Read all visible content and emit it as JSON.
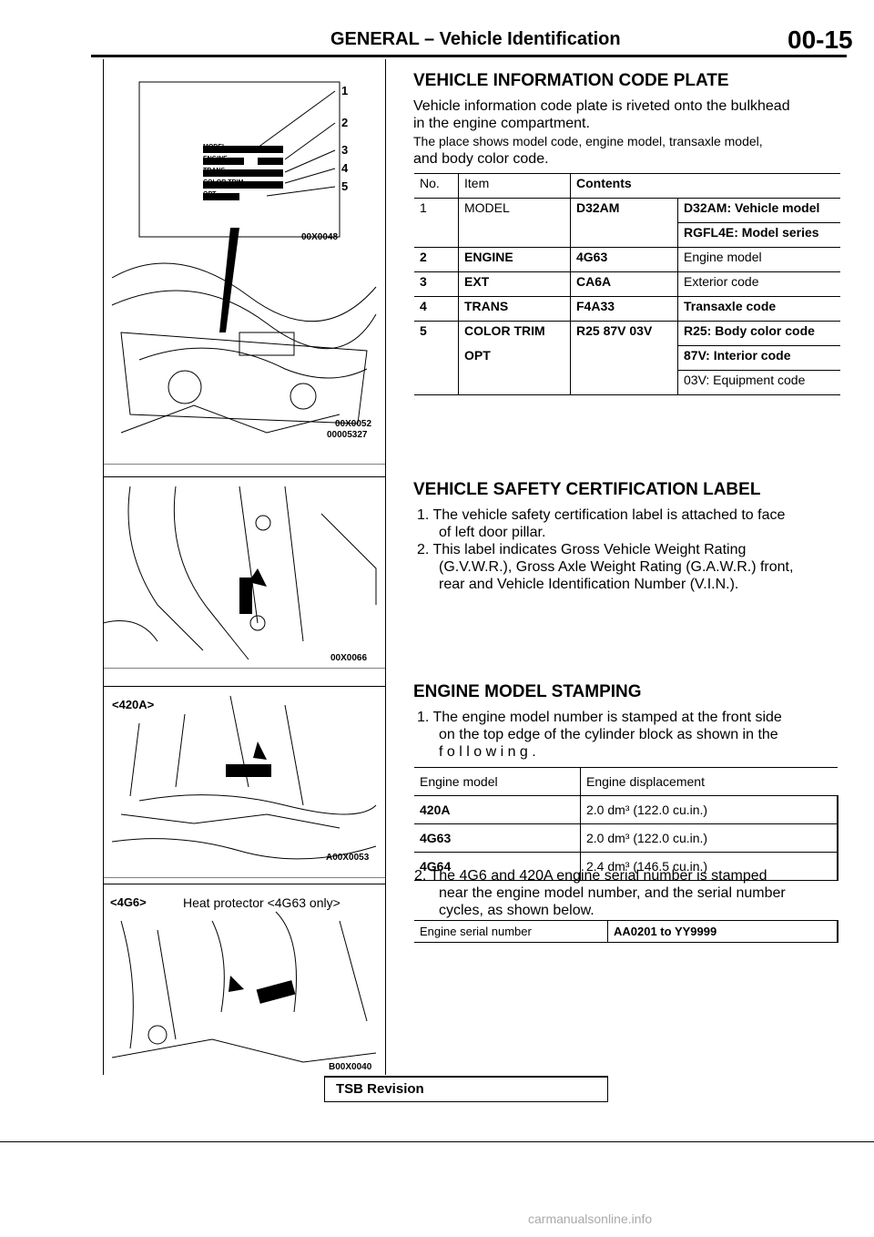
{
  "header": {
    "title": "GENERAL  –  Vehicle  Identification",
    "page": "00-15"
  },
  "figures": {
    "fig1": {
      "plate_labels": [
        "MODEL",
        "ENGINE",
        "TRANS",
        "COLOR TRIM",
        "OPT"
      ],
      "ext_text": "EXT",
      "callouts": [
        "1",
        "2",
        "3",
        "4",
        "5"
      ],
      "code_top": "00X0048",
      "code_bottom_1": "00X0052",
      "code_bottom_2": "00005327"
    },
    "fig2": {
      "code": "00X0066"
    },
    "fig3": {
      "label": "<420A>",
      "code": "A00X0053"
    },
    "fig4": {
      "label": "<4G6>",
      "label2": "Heat protector <4G63 only>",
      "code": "B00X0040"
    }
  },
  "vic": {
    "title": "VEHICLE INFORMATION CODE PLATE",
    "p1": "Vehicle information code plate is riveted onto the bulkhead",
    "p2": "in the engine compartment.",
    "p3": "The place shows model code, engine model, transaxle model,",
    "p4": "and body color code.",
    "table": {
      "headers": [
        "No.",
        "Item",
        "Contents"
      ],
      "rows": [
        {
          "no": "1",
          "item": "MODEL",
          "code": "D32AM",
          "desc": "D32AM: Vehicle model"
        },
        {
          "no": "",
          "item": "",
          "code": "",
          "desc": "RGFL4E: Model series"
        },
        {
          "no": "2",
          "item": "ENGINE",
          "code": "4G63",
          "desc": "Engine model"
        },
        {
          "no": "3",
          "item": "EXT",
          "code": "CA6A",
          "desc": "Exterior code"
        },
        {
          "no": "4",
          "item": "TRANS",
          "code": "F4A33",
          "desc": "Transaxle code"
        },
        {
          "no": "5",
          "item": "COLOR TRIM",
          "code": "R25 87V 03V",
          "desc": "R25: Body color code"
        },
        {
          "no": "",
          "item": "OPT",
          "code": "",
          "desc": "87V: Interior code"
        },
        {
          "no": "",
          "item": "",
          "code": "",
          "desc": "03V: Equipment code"
        }
      ]
    }
  },
  "safety": {
    "title": "VEHICLE SAFETY CERTIFICATION LABEL",
    "i1a": "1. The vehicle safety certification label is attached to face",
    "i1b": "of left door pillar.",
    "i2a": "2. This label indicates Gross Vehicle Weight Rating",
    "i2b": "(G.V.W.R.), Gross Axle Weight Rating (G.A.W.R.) front,",
    "i2c": "rear and Vehicle Identification Number (V.I.N.)."
  },
  "engine": {
    "title": "ENGINE MODEL STAMPING",
    "i1a": "1. The engine model number is stamped at the front side",
    "i1b": "on the top edge of the cylinder block as shown in the",
    "i1c": "f o l l o w i n g .",
    "table": {
      "h1": "Engine model",
      "h2": "Engine displacement",
      "rows": [
        {
          "model": "420A",
          "disp": "2.0 dm³ (122.0 cu.in.)"
        },
        {
          "model": "4G63",
          "disp": "2.0 dm³ (122.0 cu.in.)"
        },
        {
          "model": "4G64",
          "disp": "2.4 dm³ (146.5 cu.in.)"
        }
      ]
    },
    "i2a": "2. The 4G6 and 420A engine serial number is stamped",
    "i2b": "near the engine model number, and the serial number",
    "i2c": "cycles, as shown below.",
    "serial_label": "Engine serial number",
    "serial_value": "AA0201 to YY9999"
  },
  "footer": {
    "tsb": "TSB Revision",
    "watermark": "carmanualsonline.info"
  }
}
